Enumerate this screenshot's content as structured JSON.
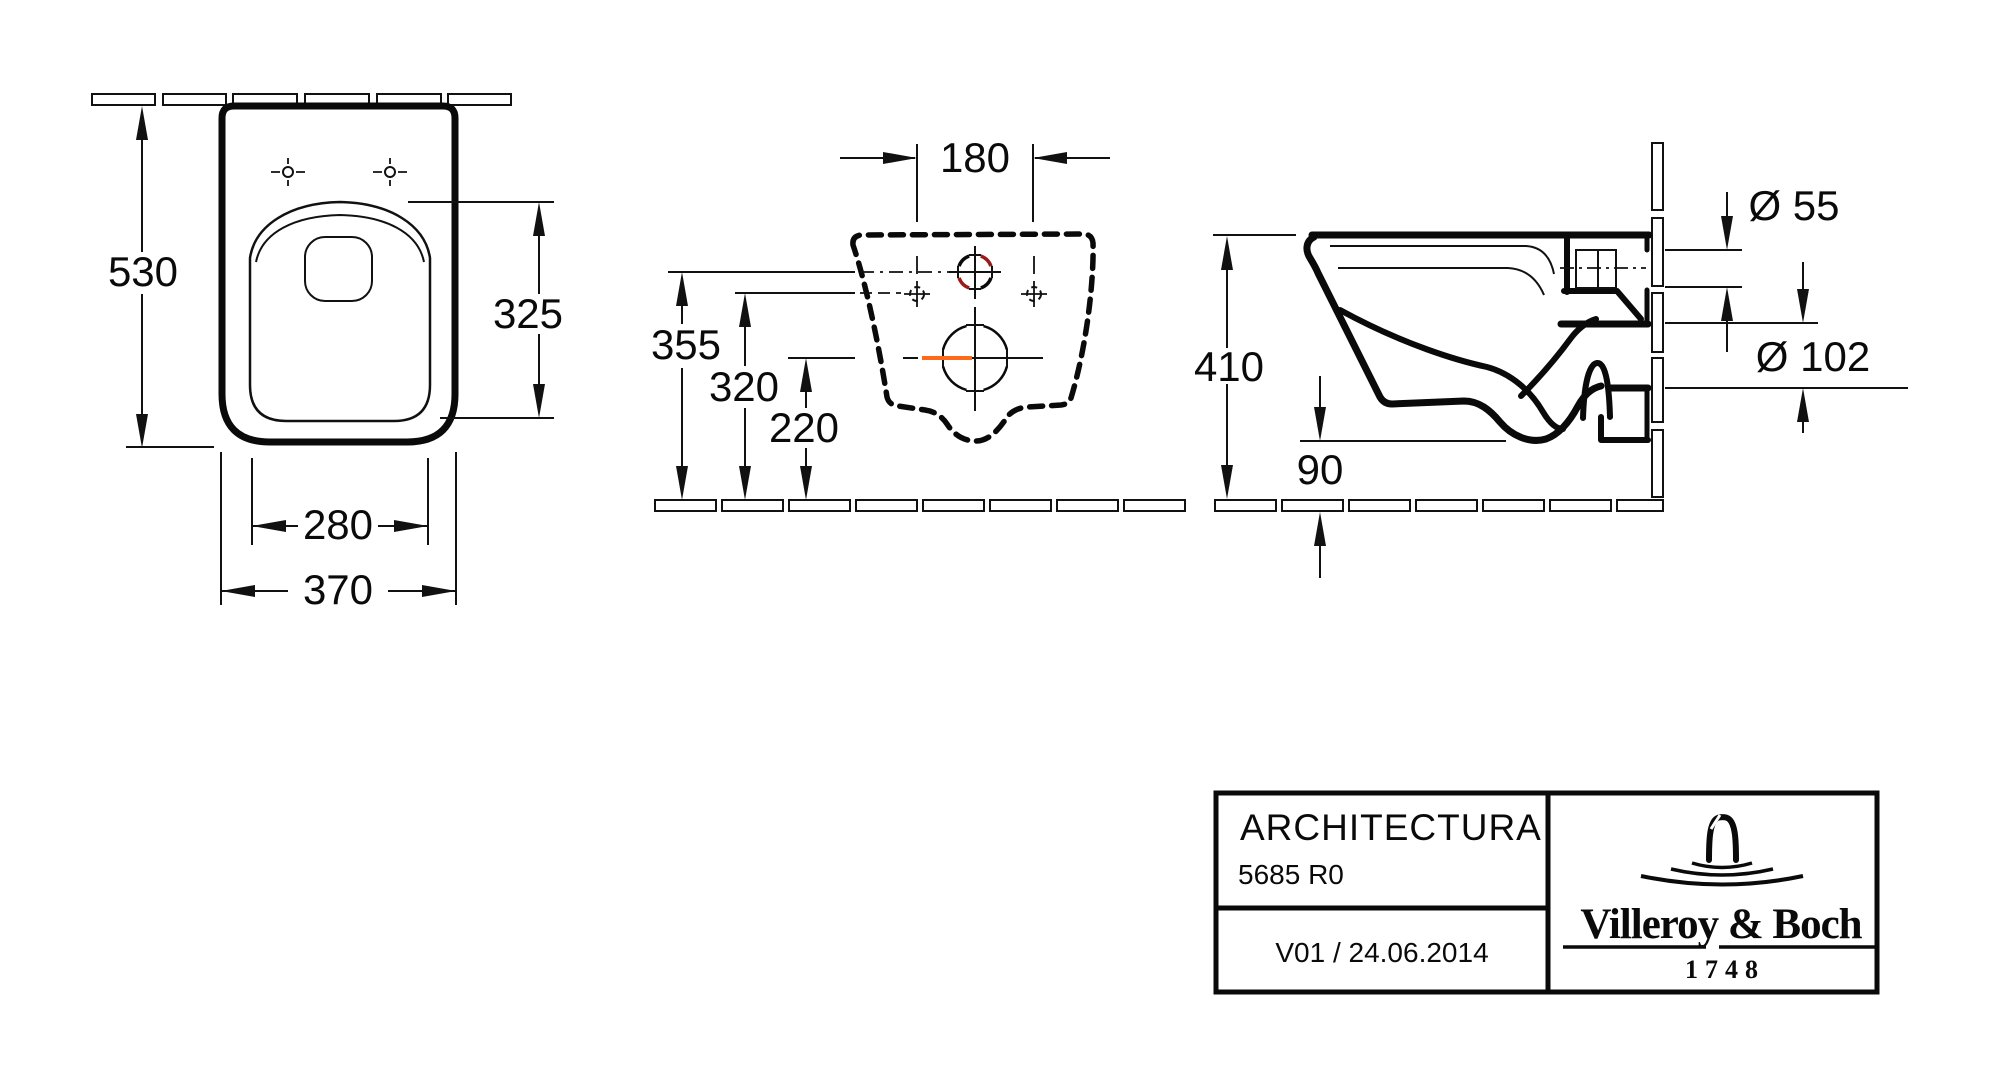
{
  "drawing": {
    "background": "#ffffff",
    "line_color": "#0a0a0a",
    "accent_red": "#9b1a1a",
    "accent_orange": "#ff6a1a"
  },
  "views": {
    "top_view": {
      "dims": {
        "total_depth": "530",
        "seat_opening_depth": "325",
        "seat_opening_width": "280",
        "total_width": "370"
      }
    },
    "rear_view": {
      "dims": {
        "bolt_spacing": "180",
        "inlet_height": "355",
        "bolt_height": "320",
        "drain_height": "220"
      }
    },
    "side_view": {
      "dims": {
        "total_height": "410",
        "bottom_clearance": "90",
        "inlet_diameter": "Ø 55",
        "drain_diameter": "Ø 102"
      }
    }
  },
  "title_block": {
    "series": "ARCHITECTURA",
    "model": "5685 R0",
    "revision": "V01 / 24.06.2014",
    "brand": "Villeroy & Boch",
    "brand_year": "1748"
  }
}
